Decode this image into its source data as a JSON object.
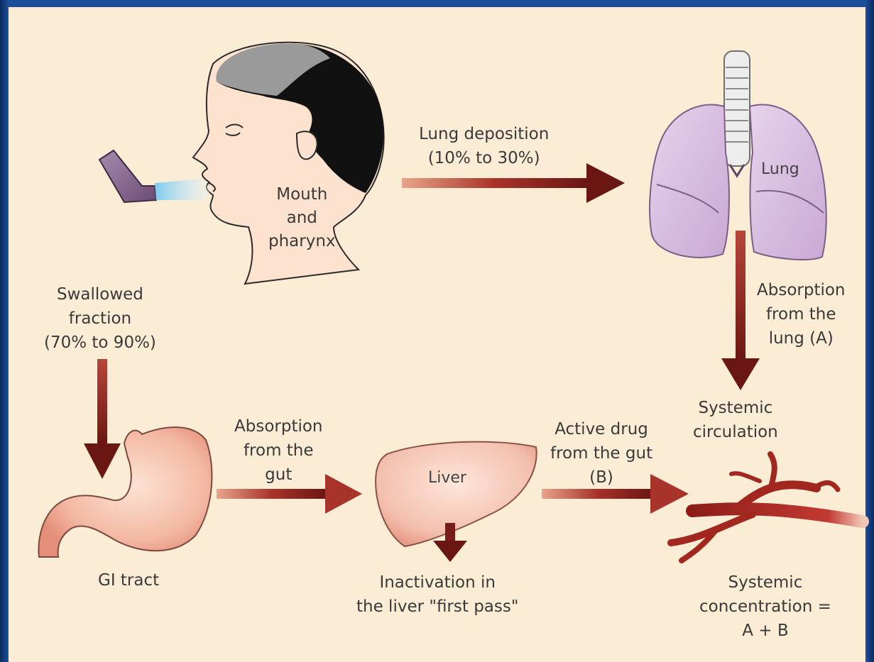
{
  "labels": {
    "mouth": "Mouth\nand\npharynx",
    "lung_deposition": "Lung deposition\n(10% to 30%)",
    "lung": "Lung",
    "absorption_lung": "Absorption\nfrom the\nlung (A)",
    "swallowed": "Swallowed\nfraction\n(70% to 90%)",
    "systemic_circulation": "Systemic\ncirculation",
    "absorption_gut": "Absorption\nfrom the\ngut",
    "liver": "Liver",
    "active_drug": "Active drug\nfrom the gut\n(B)",
    "gi_tract": "GI tract",
    "inactivation": "Inactivation in\nthe liver \"first pass\"",
    "systemic_concentration": "Systemic\nconcentration =\nA + B"
  }
}
